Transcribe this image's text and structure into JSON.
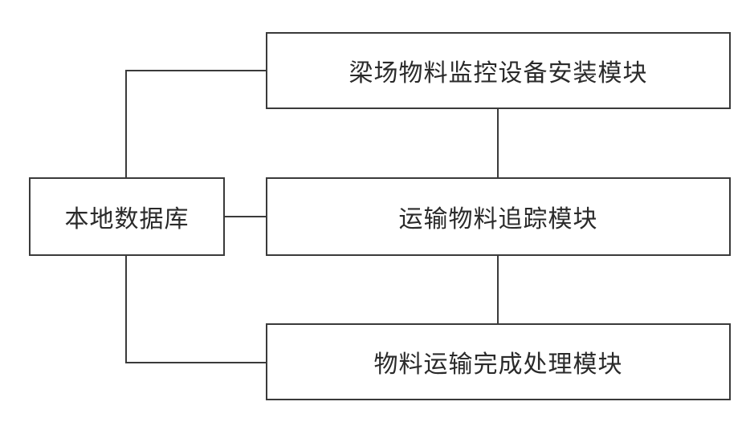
{
  "nodes": {
    "database": "本地数据库",
    "install_module": "梁场物料监控设备安装模块",
    "tracking_module": "运输物料追踪模块",
    "finish_module": "物料运输完成处理模块"
  }
}
